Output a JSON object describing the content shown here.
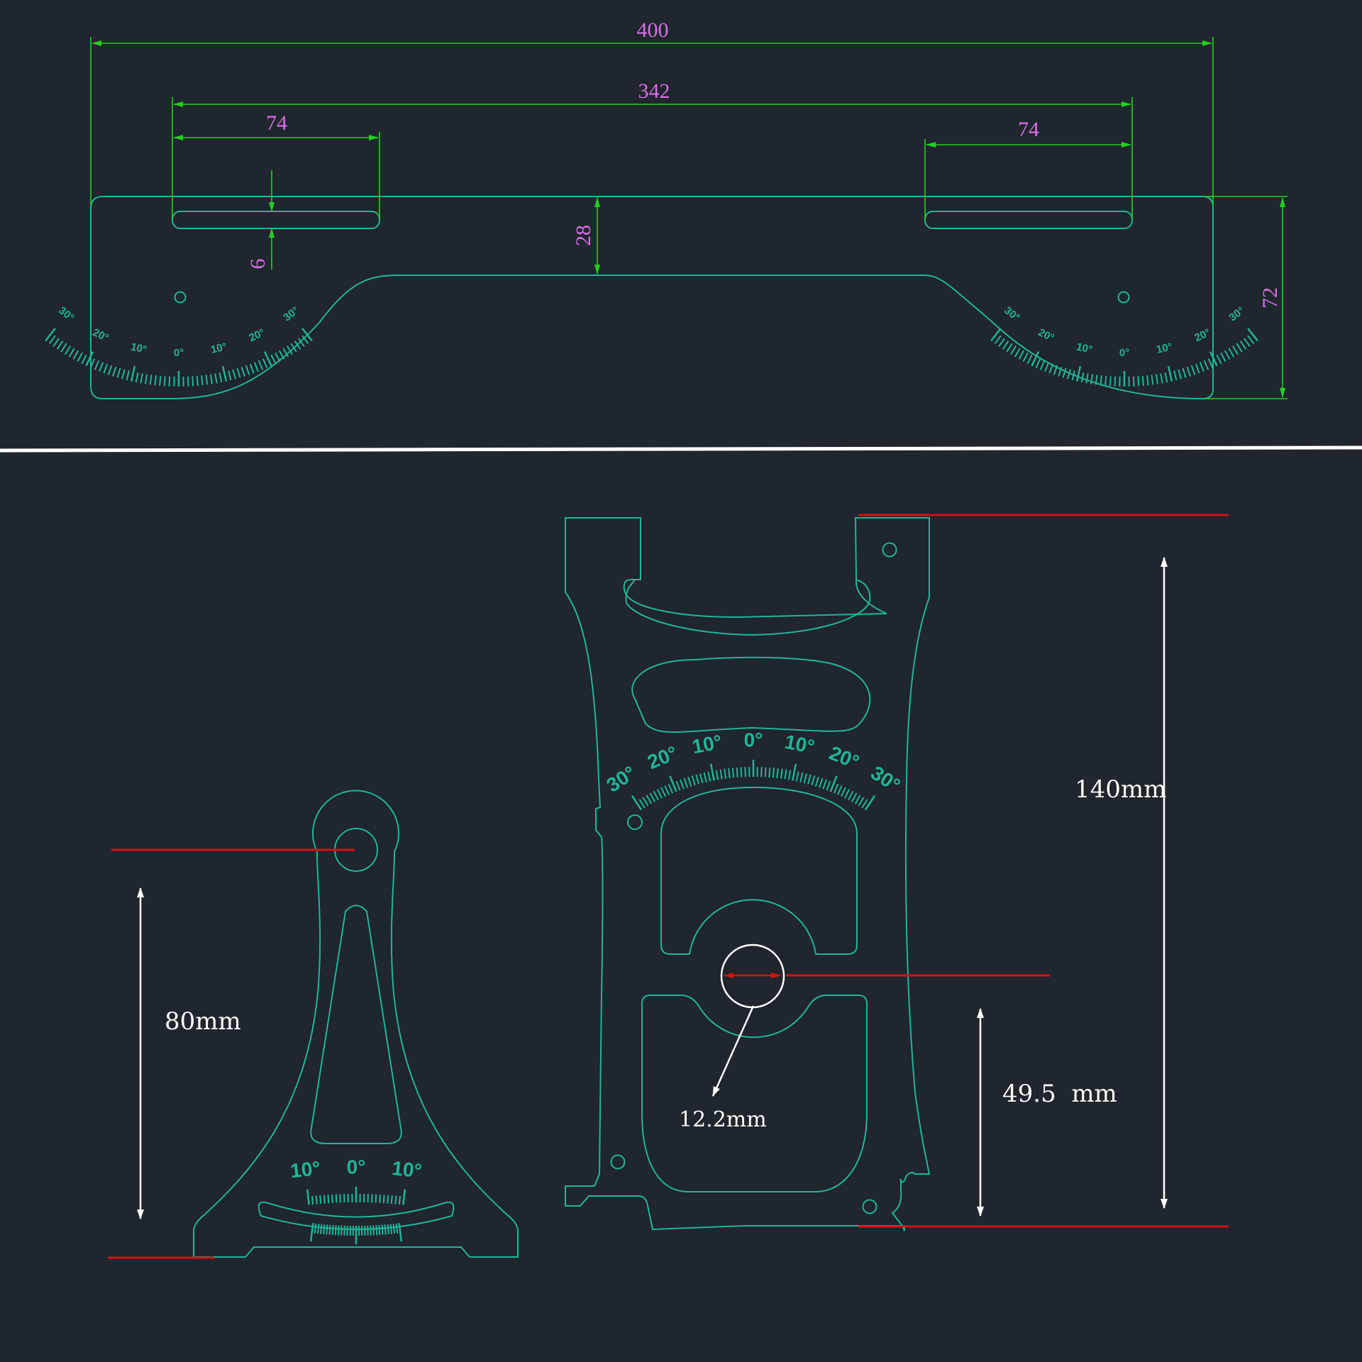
{
  "top_dimensions": {
    "overall_width": "400",
    "slot_span": "342",
    "left_slot_length": "74",
    "right_slot_length": "74",
    "slot_width": "6",
    "bridge_height": "28",
    "overall_height": "72"
  },
  "scale_labels": {
    "wide": [
      "30°",
      "20°",
      "10°",
      "0°",
      "10°",
      "20°",
      "30°"
    ],
    "small": [
      "10°",
      "0°",
      "10°"
    ]
  },
  "bottom_dimensions": {
    "left_height": "80mm",
    "bore_diameter": "12.2mm",
    "center_height": "49.5  mm",
    "total_height": "140mm"
  },
  "colors": {
    "outline": "#20b59a",
    "dimension": "#22d11f",
    "dimension_text": "#d870e8",
    "reference_line": "#d81010",
    "background": "#1f262d"
  }
}
